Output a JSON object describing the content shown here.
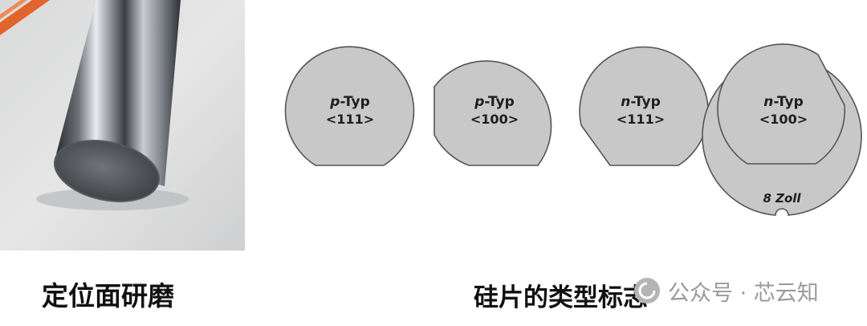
{
  "photo": {
    "subject": "polished silicon ingot with ground flat"
  },
  "wafers": [
    {
      "type_letter": "p",
      "type_suffix": "-Typ",
      "orientation": "<111>"
    },
    {
      "type_letter": "p",
      "type_suffix": "-Typ",
      "orientation": "<100>"
    },
    {
      "type_letter": "n",
      "type_suffix": "-Typ",
      "orientation": "<111>"
    },
    {
      "type_letter": "n",
      "type_suffix": "-Typ",
      "orientation": "<100>"
    }
  ],
  "large_wafer_label": "8 Zoll",
  "captions": {
    "left": "定位面研磨",
    "right": "硅片的类型标志"
  },
  "watermark": {
    "text": "公众号 · 芯云知",
    "icon": "wechat-official-account-icon"
  },
  "colors": {
    "wafer_fill": "#c8c8c8",
    "wafer_stroke": "#555555",
    "text": "#111111",
    "watermark": "#9a9a9a"
  }
}
